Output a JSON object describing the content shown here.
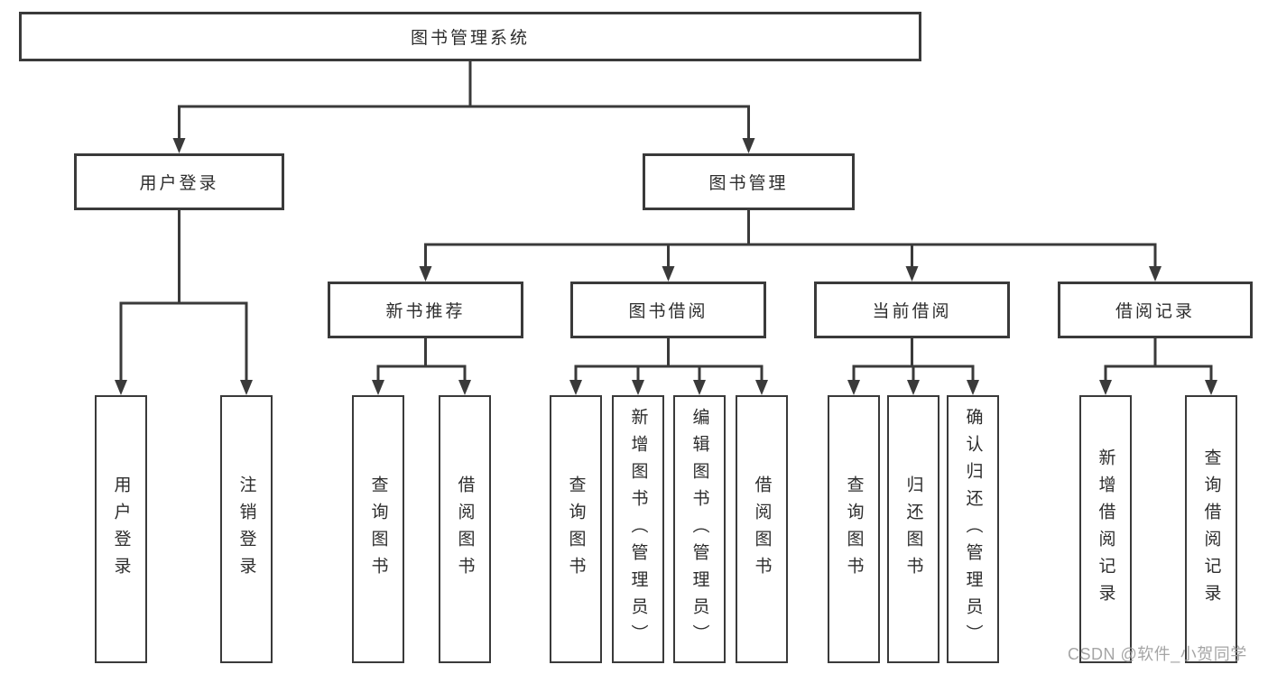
{
  "diagram": {
    "title": "图书管理系统",
    "nodes": [
      {
        "id": "root",
        "label": "图书管理系统",
        "parent": null,
        "orientation": "horizontal"
      },
      {
        "id": "user-login",
        "label": "用户登录",
        "parent": "root",
        "orientation": "horizontal"
      },
      {
        "id": "book-management",
        "label": "图书管理",
        "parent": "root",
        "orientation": "horizontal"
      },
      {
        "id": "user-login-action",
        "label": "用户登录",
        "parent": "user-login",
        "orientation": "vertical"
      },
      {
        "id": "logout-action",
        "label": "注销登录",
        "parent": "user-login",
        "orientation": "vertical"
      },
      {
        "id": "new-book-recommend",
        "label": "新书推荐",
        "parent": "book-management",
        "orientation": "horizontal"
      },
      {
        "id": "book-borrow",
        "label": "图书借阅",
        "parent": "book-management",
        "orientation": "horizontal"
      },
      {
        "id": "current-borrow",
        "label": "当前借阅",
        "parent": "book-management",
        "orientation": "horizontal"
      },
      {
        "id": "borrow-records",
        "label": "借阅记录",
        "parent": "book-management",
        "orientation": "horizontal"
      },
      {
        "id": "query-book-recommend",
        "label": "查询图书",
        "parent": "new-book-recommend",
        "orientation": "vertical"
      },
      {
        "id": "borrow-book-recommend",
        "label": "借阅图书",
        "parent": "new-book-recommend",
        "orientation": "vertical"
      },
      {
        "id": "query-book-borrow",
        "label": "查询图书",
        "parent": "book-borrow",
        "orientation": "vertical"
      },
      {
        "id": "add-book-admin",
        "label": "新增图书（管理员）",
        "parent": "book-borrow",
        "orientation": "vertical"
      },
      {
        "id": "edit-book-admin",
        "label": "编辑图书（管理员）",
        "parent": "book-borrow",
        "orientation": "vertical"
      },
      {
        "id": "borrow-book",
        "label": "借阅图书",
        "parent": "book-borrow",
        "orientation": "vertical"
      },
      {
        "id": "query-book-current",
        "label": "查询图书",
        "parent": "current-borrow",
        "orientation": "vertical"
      },
      {
        "id": "return-book",
        "label": "归还图书",
        "parent": "current-borrow",
        "orientation": "vertical"
      },
      {
        "id": "confirm-return-admin",
        "label": "确认归还（管理员）",
        "parent": "current-borrow",
        "orientation": "vertical"
      },
      {
        "id": "add-borrow-record",
        "label": "新增借阅记录",
        "parent": "borrow-records",
        "orientation": "vertical"
      },
      {
        "id": "query-borrow-record",
        "label": "查询借阅记录",
        "parent": "borrow-records",
        "orientation": "vertical"
      }
    ]
  },
  "watermark": {
    "text": "CSDN @软件_小贺同学"
  },
  "colors": {
    "line": "#3a3a3a",
    "text": "#2d2d2d",
    "watermark": "#9e9e9e",
    "background": "#ffffff"
  }
}
